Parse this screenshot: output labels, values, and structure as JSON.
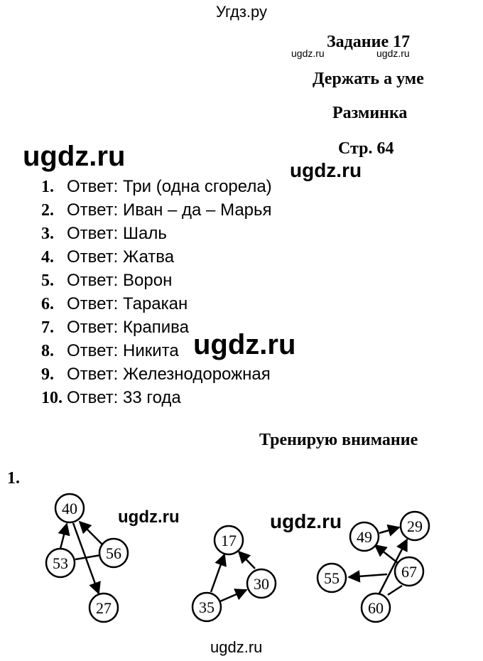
{
  "watermarks": {
    "top": "Угдз.ру",
    "small_1": "ugdz.ru",
    "small_2": "ugdz.ru",
    "big_left": "ugdz.ru",
    "mid_right": "ugdz.ru",
    "big_center": "ugdz.ru",
    "graph_left": "ugdz.ru",
    "graph_right": "ugdz.ru",
    "bottom": "ugdz.ru"
  },
  "header": {
    "task": "Задание  17",
    "topic": "Держать а уме",
    "section": "Разминка",
    "page": "Стр. 64"
  },
  "answers": [
    {
      "num": "1.",
      "label": "Ответ: Три (одна сгорела)"
    },
    {
      "num": "2.",
      "label": "Ответ: Иван – да – Марья"
    },
    {
      "num": "3.",
      "label": "Ответ: Шаль"
    },
    {
      "num": "4.",
      "label": "Ответ: Жатва"
    },
    {
      "num": "5.",
      "label": "Ответ: Ворон"
    },
    {
      "num": "6.",
      "label": "Ответ: Таракан"
    },
    {
      "num": "7.",
      "label": "Ответ: Крапива"
    },
    {
      "num": "8.",
      "label": "Ответ: Никита"
    },
    {
      "num": "9.",
      "label": "Ответ: Железнодорожная"
    },
    {
      "num": "10.",
      "label": "Ответ: 33 года"
    }
  ],
  "training": {
    "title": "Тренирую внимание",
    "exercise_number": "1."
  },
  "graphs": {
    "nodes": [
      "40",
      "53",
      "56",
      "27",
      "17",
      "35",
      "30",
      "29",
      "49",
      "55",
      "67",
      "60"
    ]
  }
}
